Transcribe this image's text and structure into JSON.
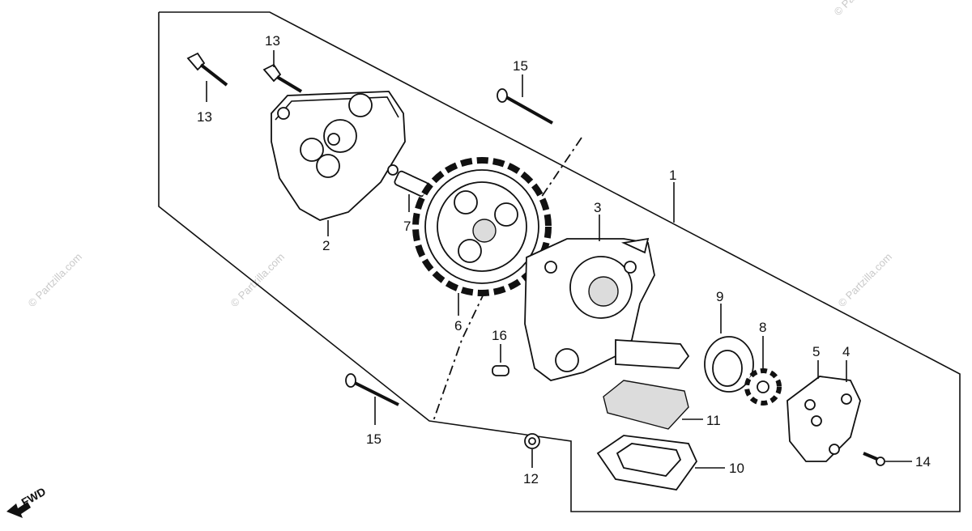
{
  "diagram": {
    "callouts": {
      "c1": "1",
      "c2": "2",
      "c3": "3",
      "c4": "4",
      "c5": "5",
      "c6": "6",
      "c7": "7",
      "c8": "8",
      "c9": "9",
      "c10": "10",
      "c11": "11",
      "c12": "12",
      "c13a": "13",
      "c13b": "13",
      "c14": "14",
      "c15a": "15",
      "c15b": "15",
      "c16": "16"
    },
    "fwd_label": "FWD",
    "watermark": "© Partzilla.com"
  }
}
